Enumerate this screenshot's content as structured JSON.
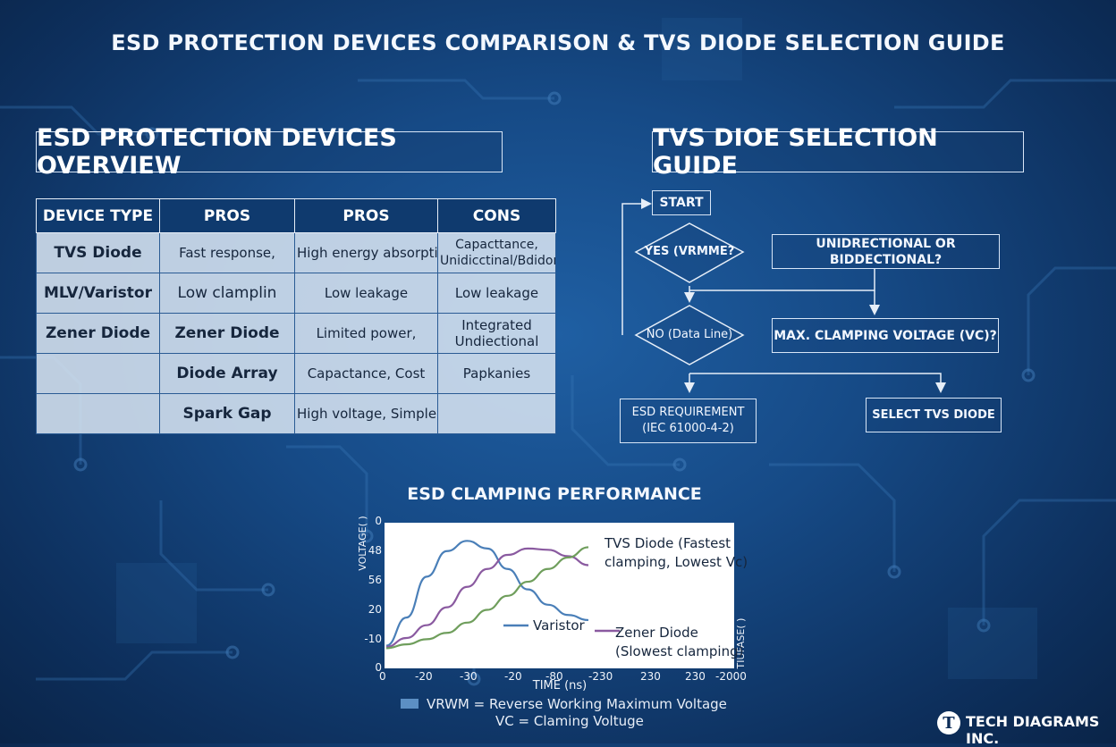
{
  "title": "ESD PROTECTION DEVICES COMPARISON & TVS DIODE SELECTION GUIDE",
  "overview": {
    "heading": "ESD PROTECTION DEVICES OVERVIEW",
    "headers": [
      "DEVICE TYPE",
      "PROS",
      "PROS",
      "CONS"
    ],
    "rows": [
      [
        "TVS Diode",
        "Fast response,",
        "High energy absorption",
        "Capacttance,\nUnidicctinal/Bdidonal"
      ],
      [
        "MLV/Varistor",
        "Low clamplin",
        "Low leakage",
        "Low leakage"
      ],
      [
        "Zener Diode",
        "Zener Diode",
        "Limited power,",
        "Integrated\nUndiectional"
      ],
      [
        "",
        "Diode Array",
        "Capactance, Cost",
        "Papkanies"
      ],
      [
        "",
        "Spark Gap",
        "High voltage, Simple",
        ""
      ]
    ]
  },
  "guide": {
    "heading": "TVS DIOE SELECTION GUIDE",
    "start": "START",
    "yes_decision": "YES (VRMME?",
    "no_decision": "NO (Data Line)",
    "direction": "UNIDRECTIONAL OR BIDDECTIONAL?",
    "clamping": "MAX. CLAMPING VOLTAGE (VC)?",
    "esd_req": "ESD REQUIREMENT\n(IEC 61000-4-2)",
    "select": "SELECT TVS DIODE"
  },
  "chart_data": {
    "type": "line",
    "title": "ESD CLAMPING PERFORMANCE",
    "xlabel": "TIME (ns)",
    "ylabel": "VOLTAGE( )",
    "y2label": "TIUFASE( )",
    "x_tick_labels": [
      "0",
      "-20",
      "-30",
      "-20",
      "-80",
      "-230",
      "230",
      "230",
      "-2000"
    ],
    "y_tick_labels": [
      "0",
      "-10",
      "20",
      "56",
      "48",
      "0"
    ],
    "x": [
      0,
      1,
      2,
      3,
      4,
      5,
      6,
      7,
      8,
      9,
      10
    ],
    "series": [
      {
        "color": "#4a7fb8",
        "values": [
          8,
          30,
          62,
          82,
          90,
          84,
          68,
          52,
          40,
          32,
          28
        ]
      },
      {
        "color": "#8a5aa0",
        "values": [
          7,
          14,
          24,
          38,
          54,
          68,
          79,
          84,
          83,
          78,
          71
        ]
      },
      {
        "color": "#6f9e5c",
        "values": [
          6,
          9,
          13,
          18,
          26,
          36,
          47,
          58,
          68,
          77,
          85
        ]
      }
    ],
    "annotations": {
      "tvs": "TVS Diode (Fastest\nclamping, Lowest Vc)",
      "varistor": "Varistor",
      "zener": "Zener Diode\n(Slowest clamping)"
    }
  },
  "legend": {
    "line1": "VRWM = Reverse Working Maximum Voltage",
    "line2": "VC = Claming Voltuge"
  },
  "brand": {
    "icon_letter": "T",
    "name": "TECH DIAGRAMS INC."
  }
}
